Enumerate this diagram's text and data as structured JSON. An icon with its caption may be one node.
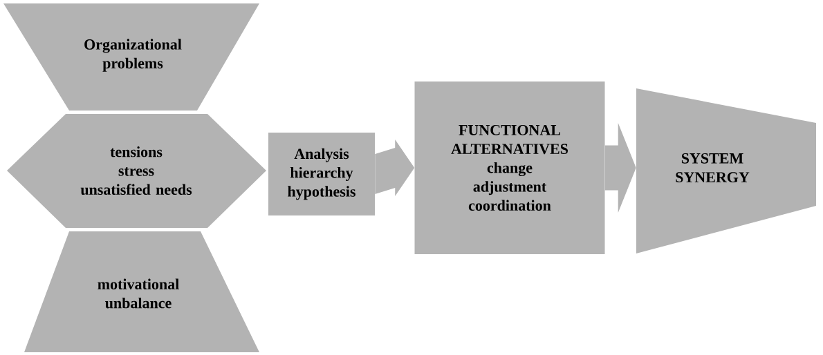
{
  "diagram": {
    "nodes": [
      {
        "text": [
          "Organizational problems"
        ]
      },
      {
        "text": [
          "tensions",
          "stress",
          "unsatisfied needs"
        ]
      },
      {
        "text": [
          "motivational unbalance"
        ]
      },
      {
        "text": [
          "Analysis",
          "hierarchy",
          "hypothesis"
        ]
      },
      {
        "text": [
          "FUNCTIONAL ALTERNATIVES",
          "change",
          "adjustment",
          "coordination"
        ]
      },
      {
        "text": [
          "SYSTEM SYNERGY"
        ]
      }
    ],
    "edges": [
      {
        "from": 3,
        "to": 4,
        "arrow": "to"
      },
      {
        "from": 4,
        "to": 5,
        "arrow": "to"
      }
    ]
  }
}
